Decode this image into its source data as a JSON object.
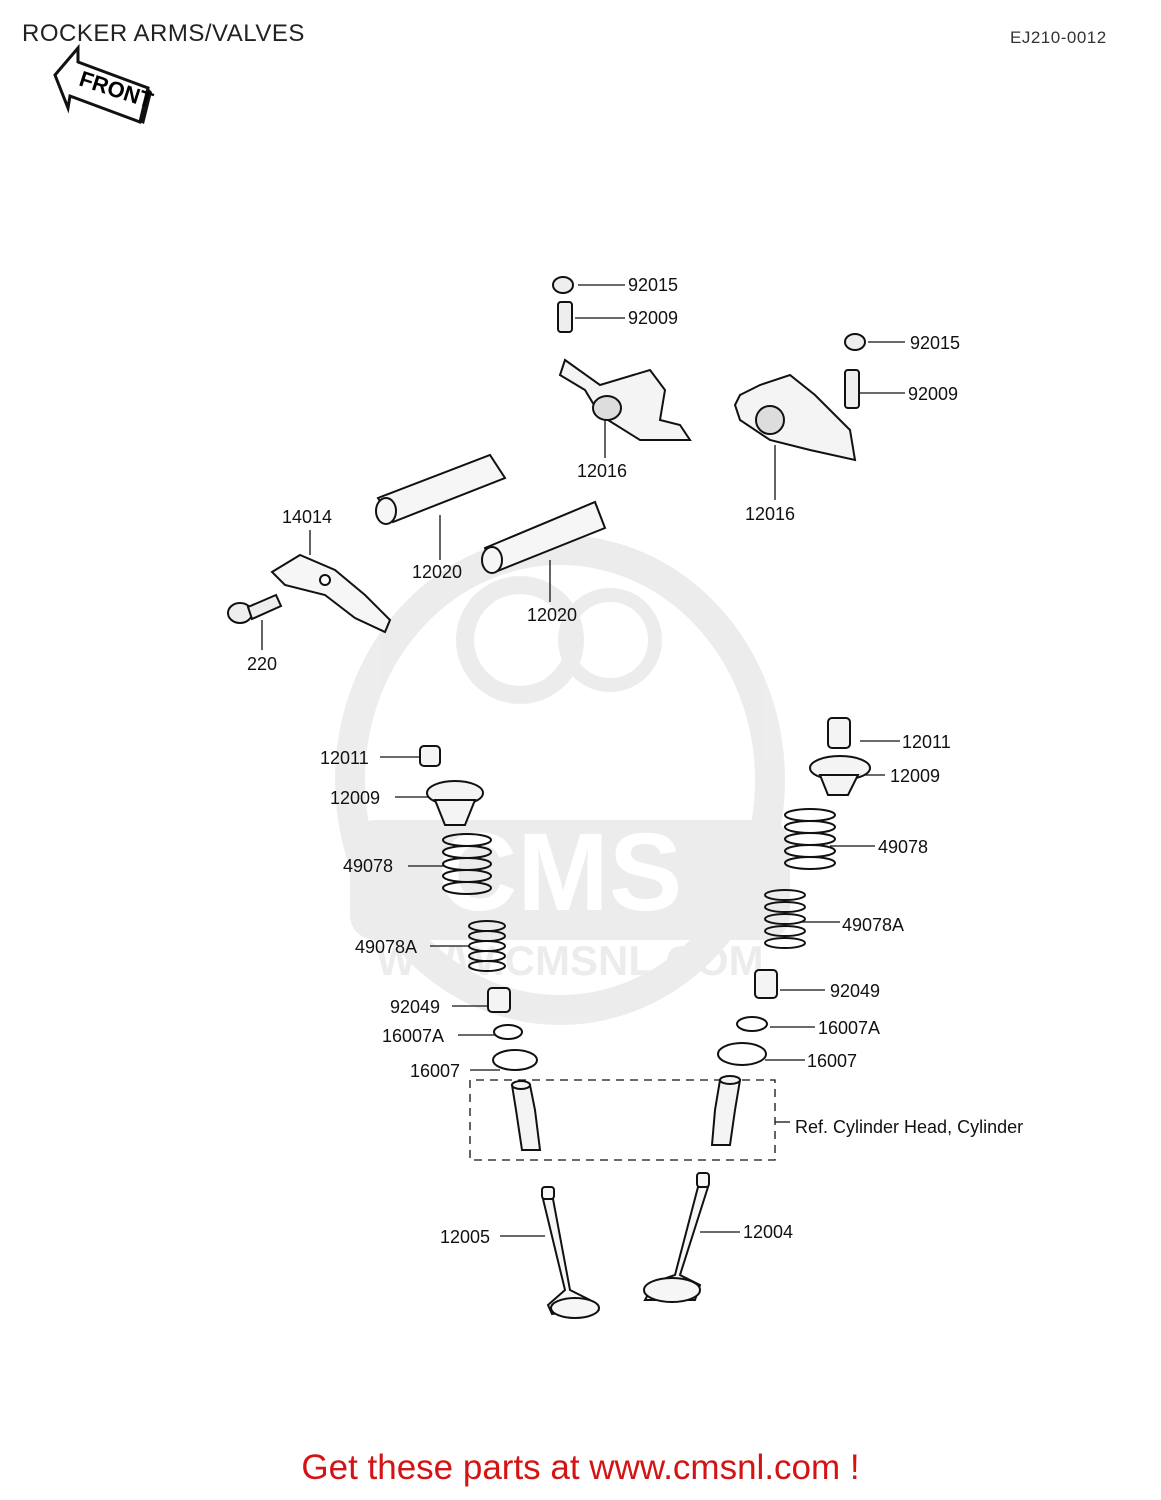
{
  "header": {
    "title": "ROCKER ARMS/VALVES",
    "code": "EJ210-0012",
    "front_arrow_label": "FRONT"
  },
  "parts": {
    "p92015_a": "92015",
    "p92009_a": "92009",
    "p12016_a": "12016",
    "p92015_b": "92015",
    "p92009_b": "92009",
    "p12016_b": "12016",
    "p14014": "14014",
    "p12020_a": "12020",
    "p12020_b": "12020",
    "p220": "220",
    "p12011_l": "12011",
    "p12009_l": "12009",
    "p49078_l": "49078",
    "p49078A_l": "49078A",
    "p92049_l": "92049",
    "p16007A_l": "16007A",
    "p16007_l": "16007",
    "p12011_r": "12011",
    "p12009_r": "12009",
    "p49078_r": "49078",
    "p49078A_r": "49078A",
    "p92049_r": "92049",
    "p16007A_r": "16007A",
    "p16007_r": "16007",
    "p12005": "12005",
    "p12004": "12004"
  },
  "reference_note": "Ref.  Cylinder Head, Cylinder",
  "watermark": {
    "brand": "CMS",
    "site": "WWW.CMSNL.COM"
  },
  "footer": {
    "link_text": "Get these parts at www.cmsnl.com !"
  }
}
